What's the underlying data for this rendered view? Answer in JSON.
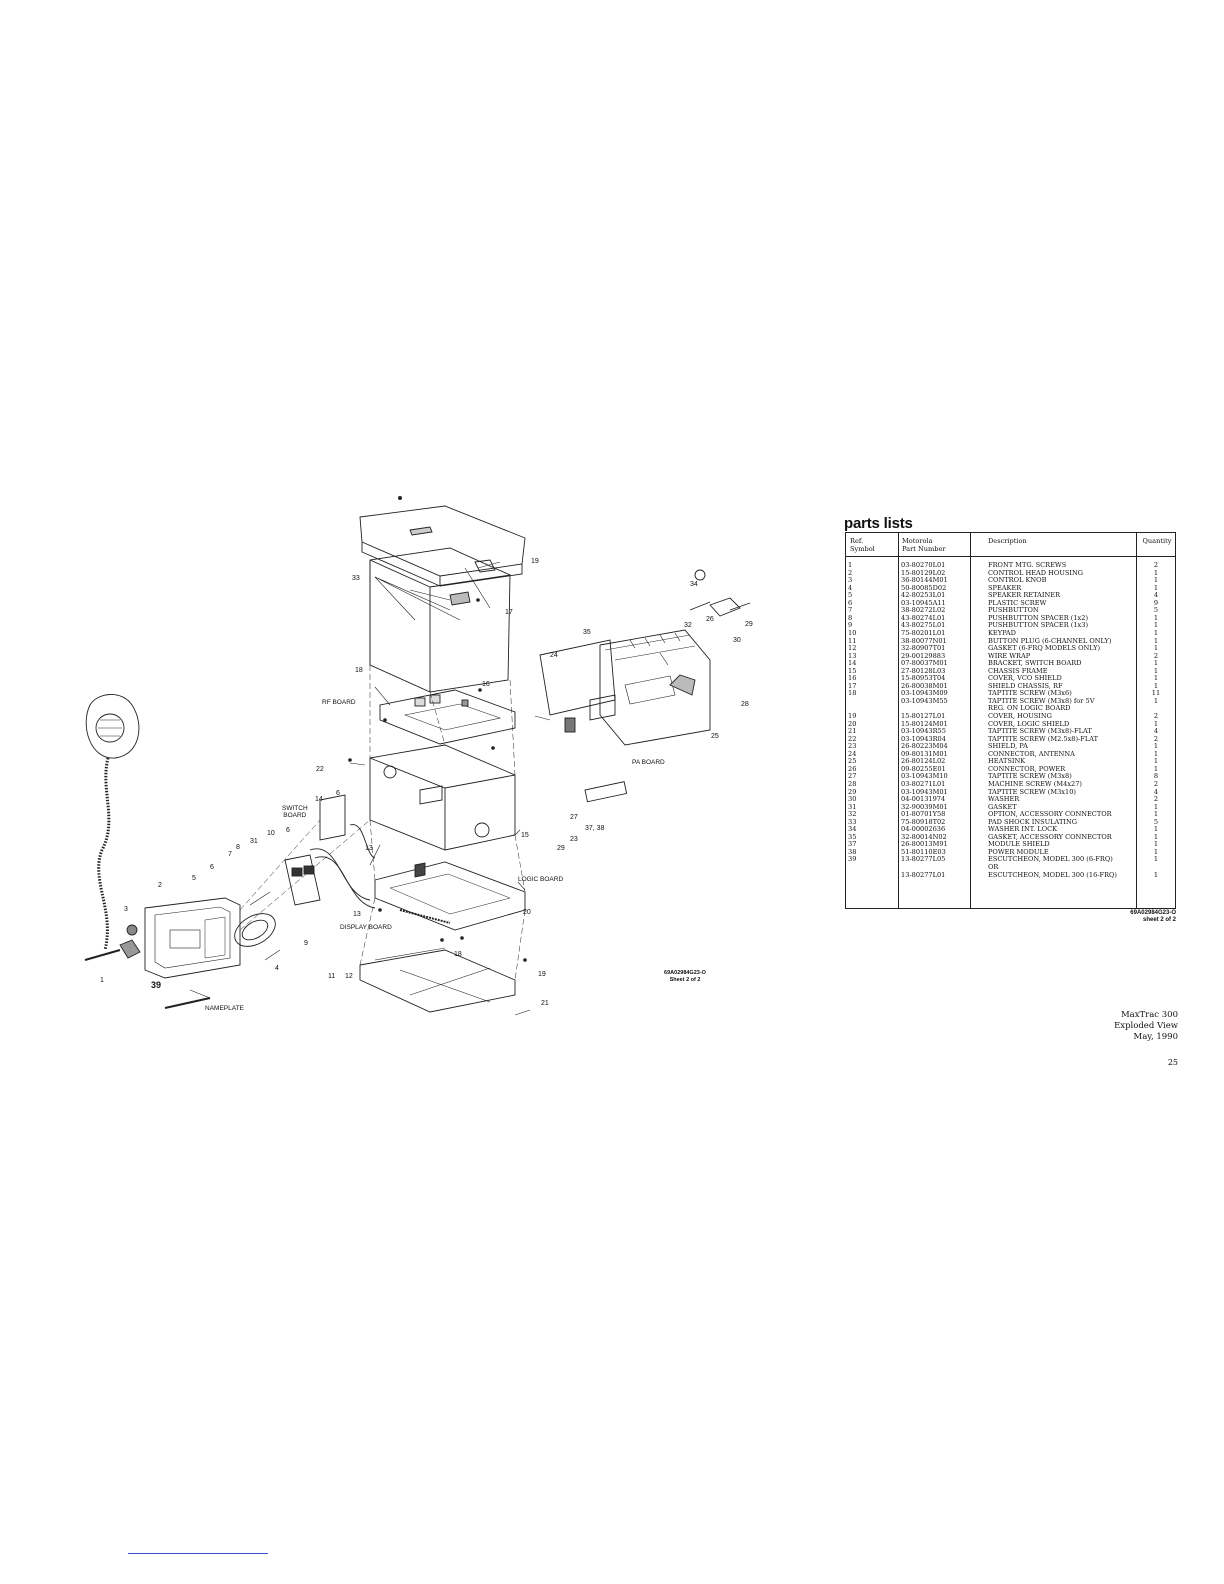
{
  "diagram": {
    "callouts": [
      {
        "id": "c1",
        "text": "1"
      },
      {
        "id": "c2",
        "text": "2"
      },
      {
        "id": "c3",
        "text": "3"
      },
      {
        "id": "c4",
        "text": "4"
      },
      {
        "id": "c5",
        "text": "5"
      },
      {
        "id": "c6a",
        "text": "6"
      },
      {
        "id": "c6b",
        "text": "6"
      },
      {
        "id": "c6c",
        "text": "6"
      },
      {
        "id": "c7",
        "text": "7"
      },
      {
        "id": "c8",
        "text": "8"
      },
      {
        "id": "c9",
        "text": "9"
      },
      {
        "id": "c10",
        "text": "10"
      },
      {
        "id": "c11",
        "text": "11"
      },
      {
        "id": "c12",
        "text": "12"
      },
      {
        "id": "c13a",
        "text": "13"
      },
      {
        "id": "c13b",
        "text": "13"
      },
      {
        "id": "c14",
        "text": "14"
      },
      {
        "id": "c15",
        "text": "15"
      },
      {
        "id": "c16",
        "text": "16"
      },
      {
        "id": "c17",
        "text": "17"
      },
      {
        "id": "c18a",
        "text": "18"
      },
      {
        "id": "c18b",
        "text": "18"
      },
      {
        "id": "c19a",
        "text": "19"
      },
      {
        "id": "c19b",
        "text": "19"
      },
      {
        "id": "c20",
        "text": "20"
      },
      {
        "id": "c21",
        "text": "21"
      },
      {
        "id": "c22",
        "text": "22"
      },
      {
        "id": "c23",
        "text": "23"
      },
      {
        "id": "c24",
        "text": "24"
      },
      {
        "id": "c25",
        "text": "25"
      },
      {
        "id": "c26",
        "text": "26"
      },
      {
        "id": "c27",
        "text": "27"
      },
      {
        "id": "c28",
        "text": "28"
      },
      {
        "id": "c29a",
        "text": "29"
      },
      {
        "id": "c29b",
        "text": "29"
      },
      {
        "id": "c30",
        "text": "30"
      },
      {
        "id": "c31",
        "text": "31"
      },
      {
        "id": "c32",
        "text": "32"
      },
      {
        "id": "c33",
        "text": "33"
      },
      {
        "id": "c34",
        "text": "34"
      },
      {
        "id": "c35",
        "text": "35"
      },
      {
        "id": "c3738",
        "text": "37, 38"
      },
      {
        "id": "c39",
        "text": "39"
      }
    ],
    "boards": {
      "rf_board": "RF BOARD",
      "pa_board": "PA BOARD",
      "switch_board": "SWITCH\nBOARD",
      "logic_board": "LOGIC BOARD",
      "display_board": "DISPLAY BOARD",
      "nameplate": "NAMEPLATE"
    },
    "drawing_id": "69A02984G23-O",
    "drawing_sheet": "Sheet 2 of 2"
  },
  "parts_list": {
    "title": "parts lists",
    "headers": {
      "ref": "Ref.\nSymbol",
      "part": "Motorola\nPart Number",
      "desc": "Description",
      "qty": "Quantity"
    },
    "rows": [
      [
        "1",
        "03-80270L01",
        "FRONT MTG. SCREWS",
        "2"
      ],
      [
        "2",
        "15-80129L02",
        "CONTROL HEAD HOUSING",
        "1"
      ],
      [
        "3",
        "36-80144M01",
        "CONTROL KNOB",
        "1"
      ],
      [
        "4",
        "50-80085D02",
        "SPEAKER",
        "1"
      ],
      [
        "5",
        "42-80253L01",
        "SPEAKER RETAINER",
        "4"
      ],
      [
        "6",
        "03-10945A11",
        "PLASTIC SCREW",
        "9"
      ],
      [
        "7",
        "38-80272L02",
        "PUSHBUTTON",
        "5"
      ],
      [
        "8",
        "43-80274L01",
        "PUSHBUTTON SPACER (1x2)",
        "1"
      ],
      [
        "9",
        "43-80275L01",
        "PUSHBUTTON SPACER (1x3)",
        "1"
      ],
      [
        "10",
        "75-80201L01",
        "KEYPAD",
        "1"
      ],
      [
        "11",
        "38-80077N01",
        "BUTTON PLUG (6-CHANNEL ONLY)",
        "1"
      ],
      [
        "12",
        "32-80907T01",
        "GASKET (6-FRQ MODELS ONLY)",
        "1"
      ],
      [
        "13",
        "29-00129883",
        "WIRE WRAP",
        "2"
      ],
      [
        "14",
        "07-80037M01",
        "BRACKET, SWITCH BOARD",
        "1"
      ],
      [
        "15",
        "27-80128L03",
        "CHASSIS FRAME",
        "1"
      ],
      [
        "16",
        "15-80953T04",
        "COVER, VCO SHIELD",
        "1"
      ],
      [
        "17",
        "26-80038M01",
        "SHIELD CHASSIS, RF",
        "1"
      ],
      [
        "18",
        "03-10943M09",
        "TAPTITE SCREW (M3x6)",
        "11"
      ],
      [
        "",
        "03-10943M55",
        "TAPTITE SCREW (M3x8) for 5V",
        "1"
      ],
      [
        "",
        "",
        "REG. ON LOGIC BOARD",
        ""
      ],
      [
        "19",
        "15-80127L01",
        "COVER, HOUSING",
        "2"
      ],
      [
        "20",
        "15-80124M01",
        "COVER, LOGIC SHIELD",
        "1"
      ],
      [
        "21",
        "03-10943R55",
        "TAPTITE SCREW (M3x8)-FLAT",
        "4"
      ],
      [
        "22",
        "03-10943R04",
        "TAPTITE SCREW (M2.5x8)-FLAT",
        "2"
      ],
      [
        "23",
        "26-80223M04",
        "SHIELD, PA",
        "1"
      ],
      [
        "24",
        "09-80131M01",
        "CONNECTOR, ANTENNA",
        "1"
      ],
      [
        "25",
        "26-80124L02",
        "HEATSINK",
        "1"
      ],
      [
        "26",
        "09-80255E01",
        "CONNECTOR, POWER",
        "1"
      ],
      [
        "27",
        "03-10943M10",
        "TAPTITE SCREW (M3x8)",
        "8"
      ],
      [
        "28",
        "03-80271L01",
        "MACHINE SCREW (M4x27)",
        "2"
      ],
      [
        "29",
        "03-10943M01",
        "TAPTITE SCREW (M3x10)",
        "4"
      ],
      [
        "30",
        "04-00131974",
        "WASHER",
        "2"
      ],
      [
        "31",
        "32-90039M01",
        "GASKET",
        "1"
      ],
      [
        "32",
        "01-80701Y58",
        "OPTION, ACCESSORY CONNECTOR",
        "1"
      ],
      [
        "33",
        "75-80918T02",
        "PAD SHOCK INSULATING",
        "5"
      ],
      [
        "34",
        "04-00002636",
        "WASHER INT. LOCK",
        "1"
      ],
      [
        "35",
        "32-80014N02",
        "GASKET, ACCESSORY CONNECTOR",
        "1"
      ],
      [
        "37",
        "26-80013M91",
        "MODULE SHIELD",
        "1"
      ],
      [
        "38",
        "51-80110E03",
        "POWER MODULE",
        "1"
      ],
      [
        "39",
        "13-80277L05",
        "ESCUTCHEON, MODEL 300 (6-FRQ)",
        "1"
      ],
      [
        "",
        "",
        "OR",
        ""
      ],
      [
        "",
        "13-80277L01",
        "ESCUTCHEON, MODEL 300 (16-FRQ)",
        "1"
      ]
    ],
    "doc_id": "69A02984G23-O",
    "sheet": "sheet 2 of 2"
  },
  "footer": {
    "line1": "MaxTrac 300",
    "line2": "Exploded View",
    "line3": "May, 1990",
    "page_number": "25"
  }
}
